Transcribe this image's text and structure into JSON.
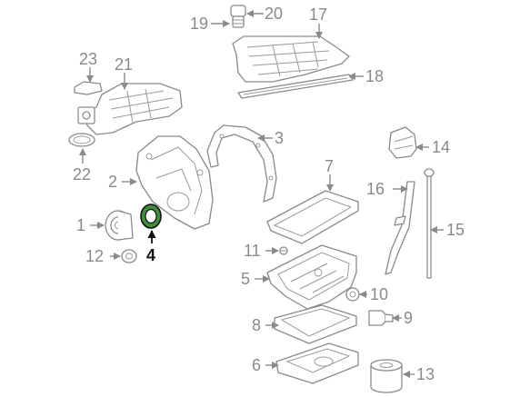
{
  "colors": {
    "line": "#8a8a8a",
    "highlight_fill": "#3f8f3a",
    "highlight_text": "#111111"
  },
  "callouts": {
    "c1": "1",
    "c2": "2",
    "c3": "3",
    "c4": "4",
    "c5": "5",
    "c6": "6",
    "c7": "7",
    "c8": "8",
    "c9": "9",
    "c10": "10",
    "c11": "11",
    "c12": "12",
    "c13": "13",
    "c14": "14",
    "c15": "15",
    "c16": "16",
    "c17": "17",
    "c18": "18",
    "c19": "19",
    "c20": "20",
    "c21": "21",
    "c22": "22",
    "c23": "23"
  },
  "highlighted_callout": "4"
}
